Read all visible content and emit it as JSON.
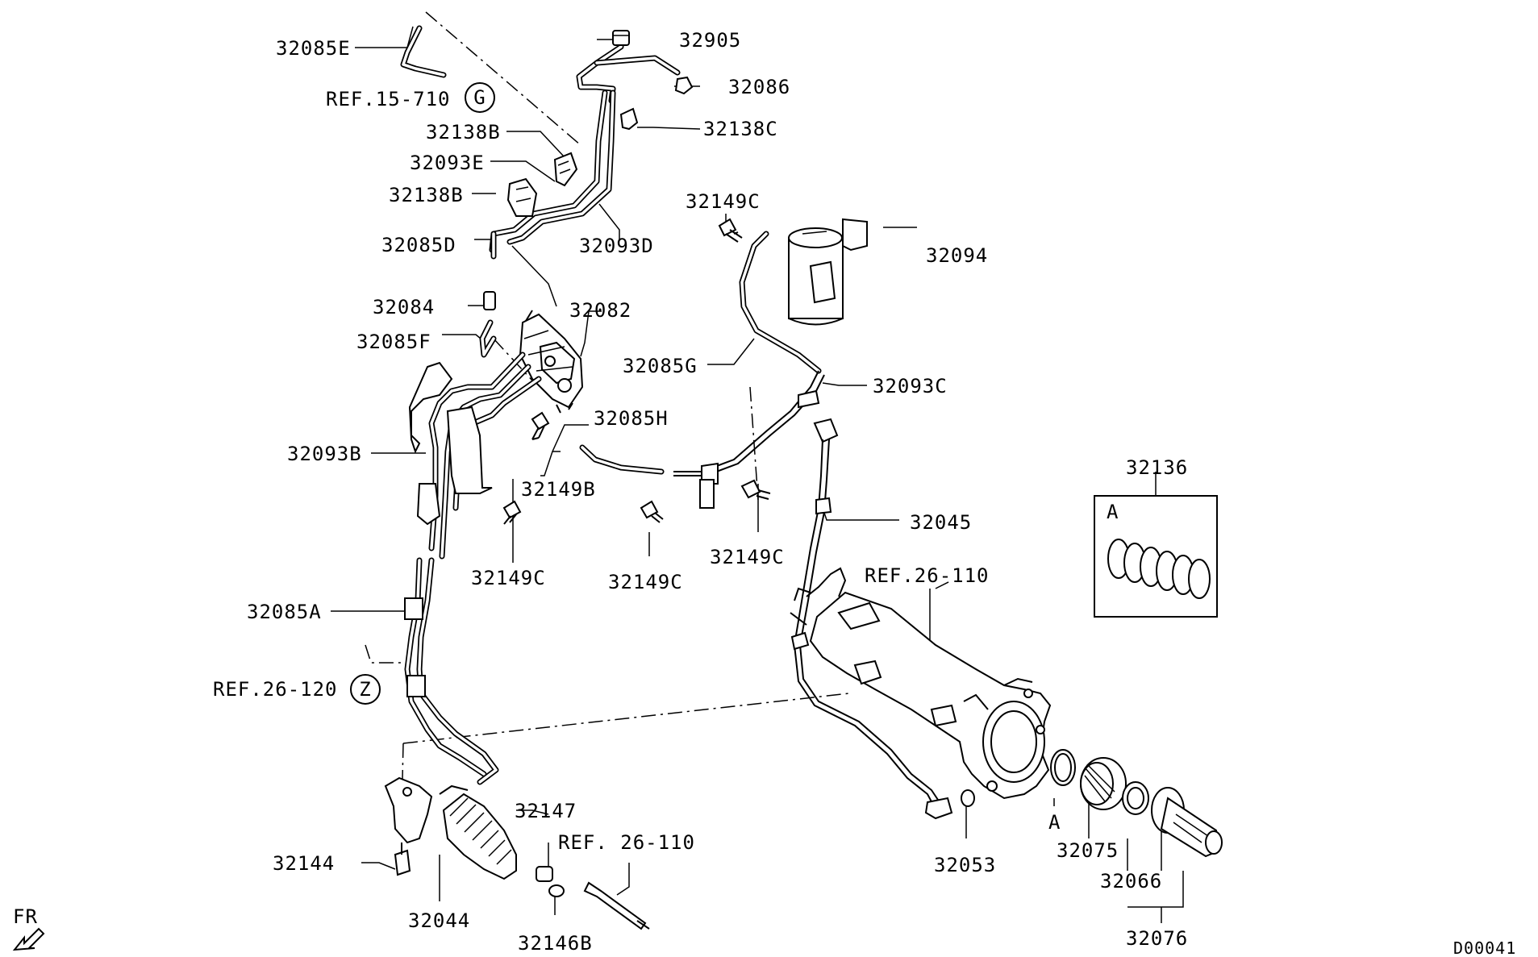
{
  "diagram": {
    "drawing_code": "D00041",
    "direction_label": "FR",
    "callouts": [
      {
        "id": "c-32085E",
        "label": "32085E"
      },
      {
        "id": "c-ref15",
        "label": "REF.15-710"
      },
      {
        "id": "c-32905",
        "label": "32905"
      },
      {
        "id": "c-32086",
        "label": "32086"
      },
      {
        "id": "c-32138C",
        "label": "32138C"
      },
      {
        "id": "c-32138B-1",
        "label": "32138B"
      },
      {
        "id": "c-32093E",
        "label": "32093E"
      },
      {
        "id": "c-32138B-2",
        "label": "32138B"
      },
      {
        "id": "c-32085D",
        "label": "32085D"
      },
      {
        "id": "c-32093D",
        "label": "32093D"
      },
      {
        "id": "c-32084",
        "label": "32084"
      },
      {
        "id": "c-32082",
        "label": "32082"
      },
      {
        "id": "c-32085F",
        "label": "32085F"
      },
      {
        "id": "c-32149C-1",
        "label": "32149C"
      },
      {
        "id": "c-32094",
        "label": "32094"
      },
      {
        "id": "c-32085G",
        "label": "32085G"
      },
      {
        "id": "c-32093C",
        "label": "32093C"
      },
      {
        "id": "c-32085H",
        "label": "32085H"
      },
      {
        "id": "c-32093B",
        "label": "32093B"
      },
      {
        "id": "c-32149B",
        "label": "32149B"
      },
      {
        "id": "c-32149C-2",
        "label": "32149C"
      },
      {
        "id": "c-32149C-3",
        "label": "32149C"
      },
      {
        "id": "c-32149C-4",
        "label": "32149C"
      },
      {
        "id": "c-32045",
        "label": "32045"
      },
      {
        "id": "c-32136",
        "label": "32136"
      },
      {
        "id": "c-A-box",
        "label": "A"
      },
      {
        "id": "c-ref26-110-a",
        "label": "REF.26-110"
      },
      {
        "id": "c-32085A",
        "label": "32085A"
      },
      {
        "id": "c-ref26-120",
        "label": "REF.26-120"
      },
      {
        "id": "c-32147",
        "label": "32147"
      },
      {
        "id": "c-ref26-110-b",
        "label": "REF. 26-110"
      },
      {
        "id": "c-32144",
        "label": "32144"
      },
      {
        "id": "c-32044",
        "label": "32044"
      },
      {
        "id": "c-32146B",
        "label": "32146B"
      },
      {
        "id": "c-32053",
        "label": "32053"
      },
      {
        "id": "c-A-ring",
        "label": "A"
      },
      {
        "id": "c-32075",
        "label": "32075"
      },
      {
        "id": "c-32066",
        "label": "32066"
      },
      {
        "id": "c-32076",
        "label": "32076"
      }
    ],
    "circle_refs": [
      {
        "id": "g",
        "label": "G"
      },
      {
        "id": "z",
        "label": "Z"
      }
    ]
  }
}
